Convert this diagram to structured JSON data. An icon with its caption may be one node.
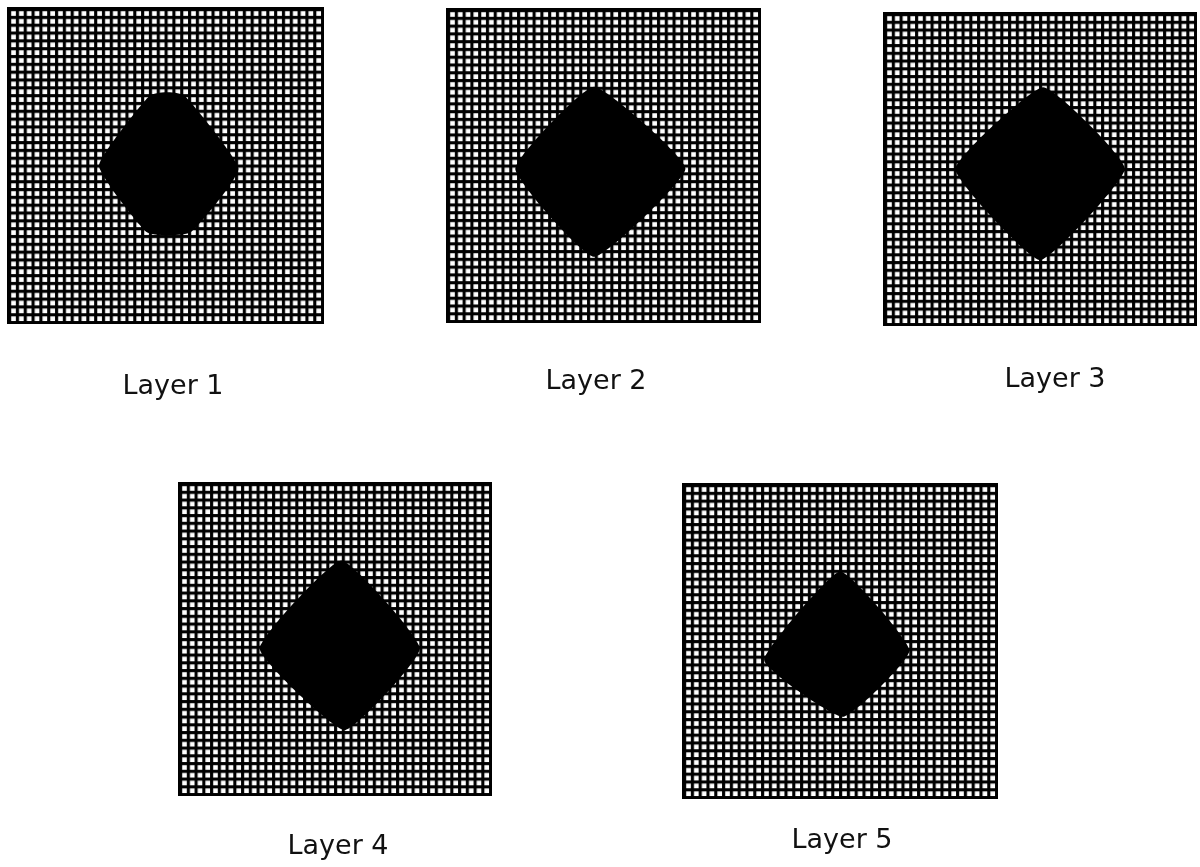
{
  "diagram": {
    "nodes": [
      {
        "text": [
          "Layer 1"
        ]
      },
      {
        "text": [
          "Layer 2"
        ]
      },
      {
        "text": [
          "Layer 3"
        ]
      },
      {
        "text": [
          "Layer 4"
        ]
      },
      {
        "text": [
          "Layer 5"
        ]
      }
    ]
  }
}
